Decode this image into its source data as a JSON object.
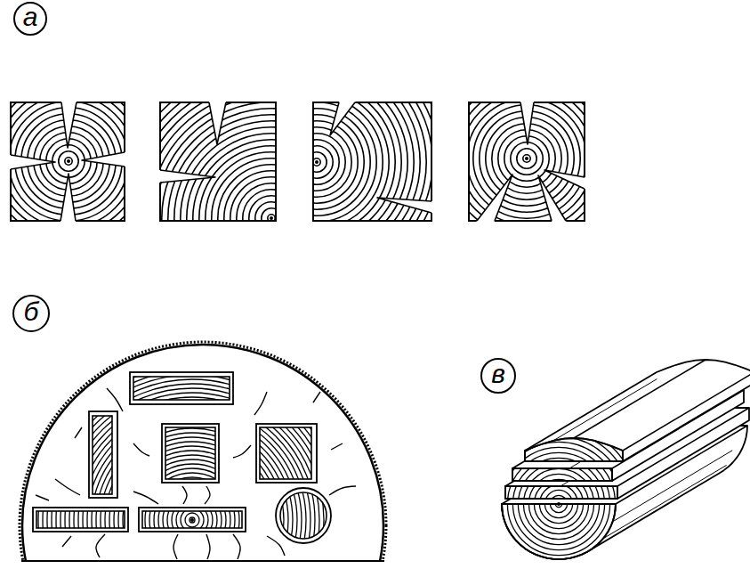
{
  "diagram": {
    "nodes": [
      {
        "text": [
          "а"
        ]
      },
      {
        "text": [
          "б"
        ]
      },
      {
        "text": [
          "в"
        ]
      }
    ]
  }
}
